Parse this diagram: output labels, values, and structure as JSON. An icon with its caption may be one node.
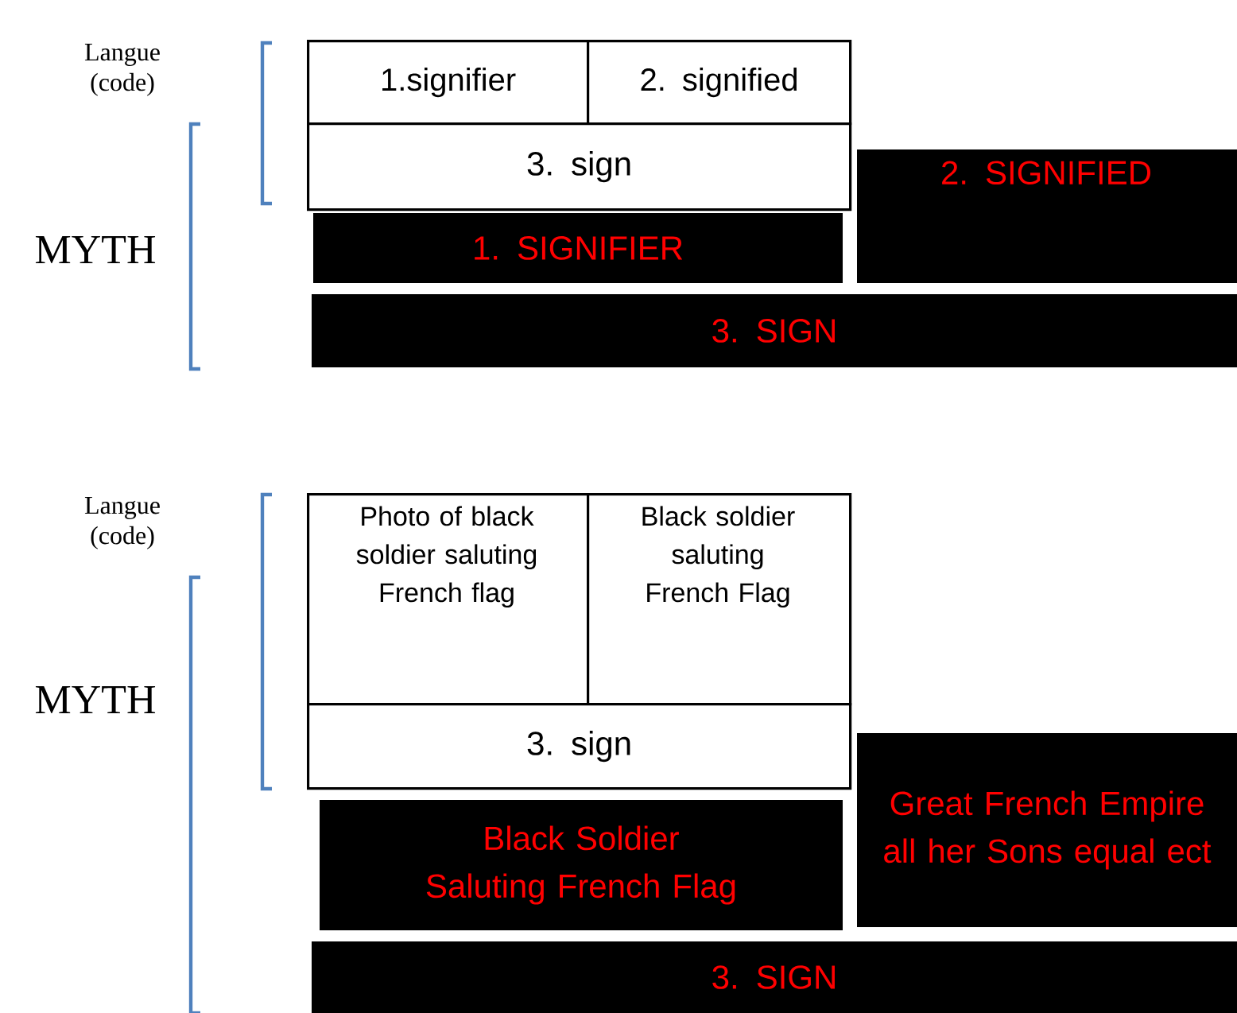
{
  "diagram": {
    "nodes": [
      {
        "text": [
          "1.signifier"
        ]
      },
      {
        "text": [
          "2. signified"
        ]
      },
      {
        "text": [
          "3. sign"
        ]
      },
      {
        "text": [
          "1. SIGNIFIER"
        ]
      },
      {
        "text": [
          "2. SIGNIFIED"
        ]
      },
      {
        "text": [
          "3. SIGN"
        ]
      },
      {
        "text": [
          "Photo of black soldier saluting French flag"
        ]
      },
      {
        "text": [
          "Black soldier saluting French Flag"
        ]
      },
      {
        "text": [
          "3. sign"
        ]
      },
      {
        "text": [
          "Black Soldier Saluting French Flag"
        ]
      },
      {
        "text": [
          "Great French Empire all her Sons equal ect"
        ]
      },
      {
        "text": [
          "3. SIGN"
        ]
      }
    ],
    "labels": [
      "Langue (code)",
      "MYTH",
      "Langue (code)",
      "MYTH"
    ]
  }
}
